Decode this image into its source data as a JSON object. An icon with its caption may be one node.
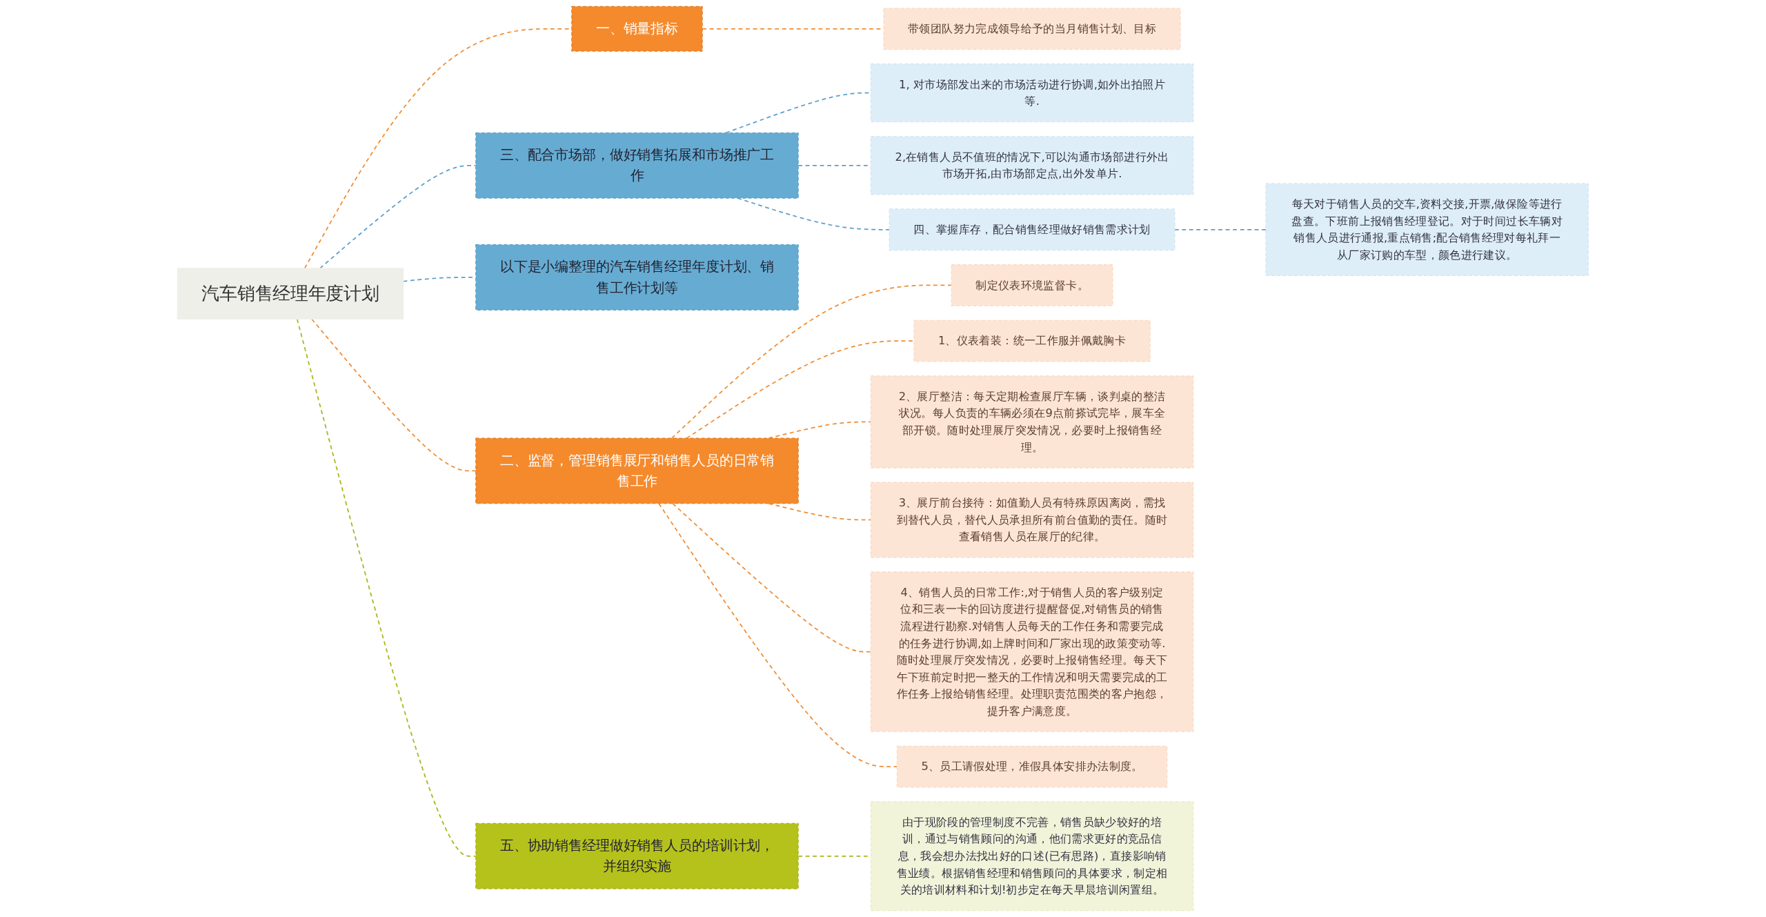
{
  "diagram": {
    "nodes": [
      {
        "text": [
          "汽车销售经理年度计划"
        ]
      },
      {
        "text": [
          "一、销量指标"
        ]
      },
      {
        "text": [
          "带领团队努力完成领导给予的当月销售计划、目标"
        ]
      },
      {
        "text": [
          "三、配合市场部，做好销售拓展和市场推广工作"
        ]
      },
      {
        "text": [
          "1, 对市场部发出来的市场活动进行协调,如外出拍照片等."
        ]
      },
      {
        "text": [
          "2,在销售人员不值班的情况下,可以沟通市场部进行外出市场开拓,由市场部定点,出外发单片."
        ]
      },
      {
        "text": [
          "四、掌握库存，配合销售经理做好销售需求计划"
        ]
      },
      {
        "text": [
          "每天对于销售人员的交车,资料交接,开票,做保险等进行盘查。下班前上报销售经理登记。对于时间过长车辆对销售人员进行通报,重点销售;配合销售经理对每礼拜一从厂家订购的车型，颜色进行建议。"
        ]
      },
      {
        "text": [
          "以下是小编整理的汽车销售经理年度计划、销售工作计划等"
        ]
      },
      {
        "text": [
          "二、监督，管理销售展厅和销售人员的日常销售工作"
        ]
      },
      {
        "text": [
          "制定仪表环境监督卡。"
        ]
      },
      {
        "text": [
          "1、仪表着装：统一工作服并佩戴胸卡"
        ]
      },
      {
        "text": [
          "2、展厅整洁：每天定期检查展厅车辆，谈判桌的整洁状况。每人负责的车辆必须在9点前搽试完毕，展车全部开锁。随时处理展厅突发情况，必要时上报销售经理。"
        ]
      },
      {
        "text": [
          "3、展厅前台接待：如值勤人员有特殊原因离岗，需找到替代人员，替代人员承担所有前台值勤的责任。随时查看销售人员在展厅的纪律。"
        ]
      },
      {
        "text": [
          "4、销售人员的日常工作:,对于销售人员的客户级别定位和三表一卡的回访度进行提醒督促,对销售员的销售流程进行勘察.对销售人员每天的工作任务和需要完成的任务进行协调,如上牌时间和厂家出现的政策变动等.随时处理展厅突发情况，必要时上报销售经理。每天下午下班前定时把一整天的工作情况和明天需要完成的工作任务上报给销售经理。处理职责范围类的客户抱怨，提升客户满意度。"
        ]
      },
      {
        "text": [
          "5、员工请假处理，准假具体安排办法制度。"
        ]
      },
      {
        "text": [
          "五、协助销售经理做好销售人员的培训计划，并组织实施"
        ]
      },
      {
        "text": [
          "由于现阶段的管理制度不完善，销售员缺少较好的培训，通过与销售顾问的沟通，他们需求更好的竞品信息，我会想办法找出好的口述(已有思路)，直接影响销售业绩。根据销售经理和销售顾问的具体要求，制定相关的培训材料和计划!初步定在每天早晨培训闲置组。"
        ]
      }
    ],
    "edges": [
      {
        "from": 0,
        "to": 1,
        "arrow": "none",
        "style": "dashed"
      },
      {
        "from": 1,
        "to": 2,
        "arrow": "none",
        "style": "dashed"
      },
      {
        "from": 0,
        "to": 3,
        "arrow": "none",
        "style": "dashed",
        "color": "#5b9ec9"
      },
      {
        "from": 3,
        "to": 4,
        "arrow": "none",
        "style": "dashed",
        "color": "#5b9ec9"
      },
      {
        "from": 3,
        "to": 5,
        "arrow": "none",
        "style": "dashed",
        "color": "#5b9ec9"
      },
      {
        "from": 3,
        "to": 6,
        "arrow": "none",
        "style": "dashed",
        "color": "#5b9ec9"
      },
      {
        "from": 6,
        "to": 7,
        "arrow": "none",
        "style": "dashed",
        "color": "#5b9ec9"
      },
      {
        "from": 0,
        "to": 8,
        "arrow": "none",
        "style": "dashed",
        "color": "#5b9ec9"
      },
      {
        "from": 0,
        "to": 9,
        "arrow": "none",
        "style": "dashed"
      },
      {
        "from": 9,
        "to": 10,
        "arrow": "none",
        "style": "dashed"
      },
      {
        "from": 9,
        "to": 11,
        "arrow": "none",
        "style": "dashed"
      },
      {
        "from": 9,
        "to": 12,
        "arrow": "none",
        "style": "dashed"
      },
      {
        "from": 9,
        "to": 13,
        "arrow": "none",
        "style": "dashed"
      },
      {
        "from": 9,
        "to": 14,
        "arrow": "none",
        "style": "dashed"
      },
      {
        "from": 9,
        "to": 15,
        "arrow": "none",
        "style": "dashed"
      },
      {
        "from": 0,
        "to": 16,
        "arrow": "none",
        "style": "dashed",
        "color": "#a9b51a"
      },
      {
        "from": 16,
        "to": 17,
        "arrow": "none",
        "style": "dashed",
        "color": "#a9b51a"
      }
    ]
  }
}
